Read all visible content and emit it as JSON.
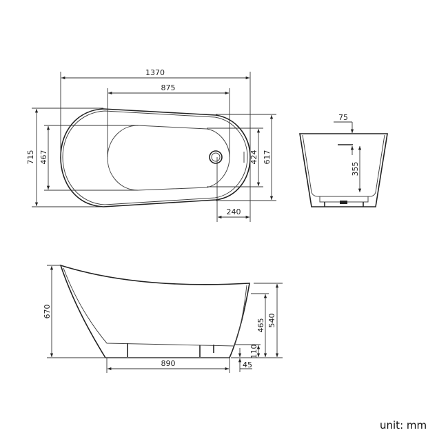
{
  "top_view": {
    "length": "1370",
    "inner_length": "875",
    "width": "715",
    "inner_width": "467",
    "inner_width_right": "424",
    "width_right": "617",
    "drain_offset": "240"
  },
  "end_view": {
    "rim_offset": "75",
    "depth": "355"
  },
  "side_view": {
    "height": "670",
    "base_length": "890",
    "rim_height": "540",
    "inner_height": "465",
    "drain_height": "110",
    "foot_height": "45"
  },
  "unit_label": "unit: mm"
}
